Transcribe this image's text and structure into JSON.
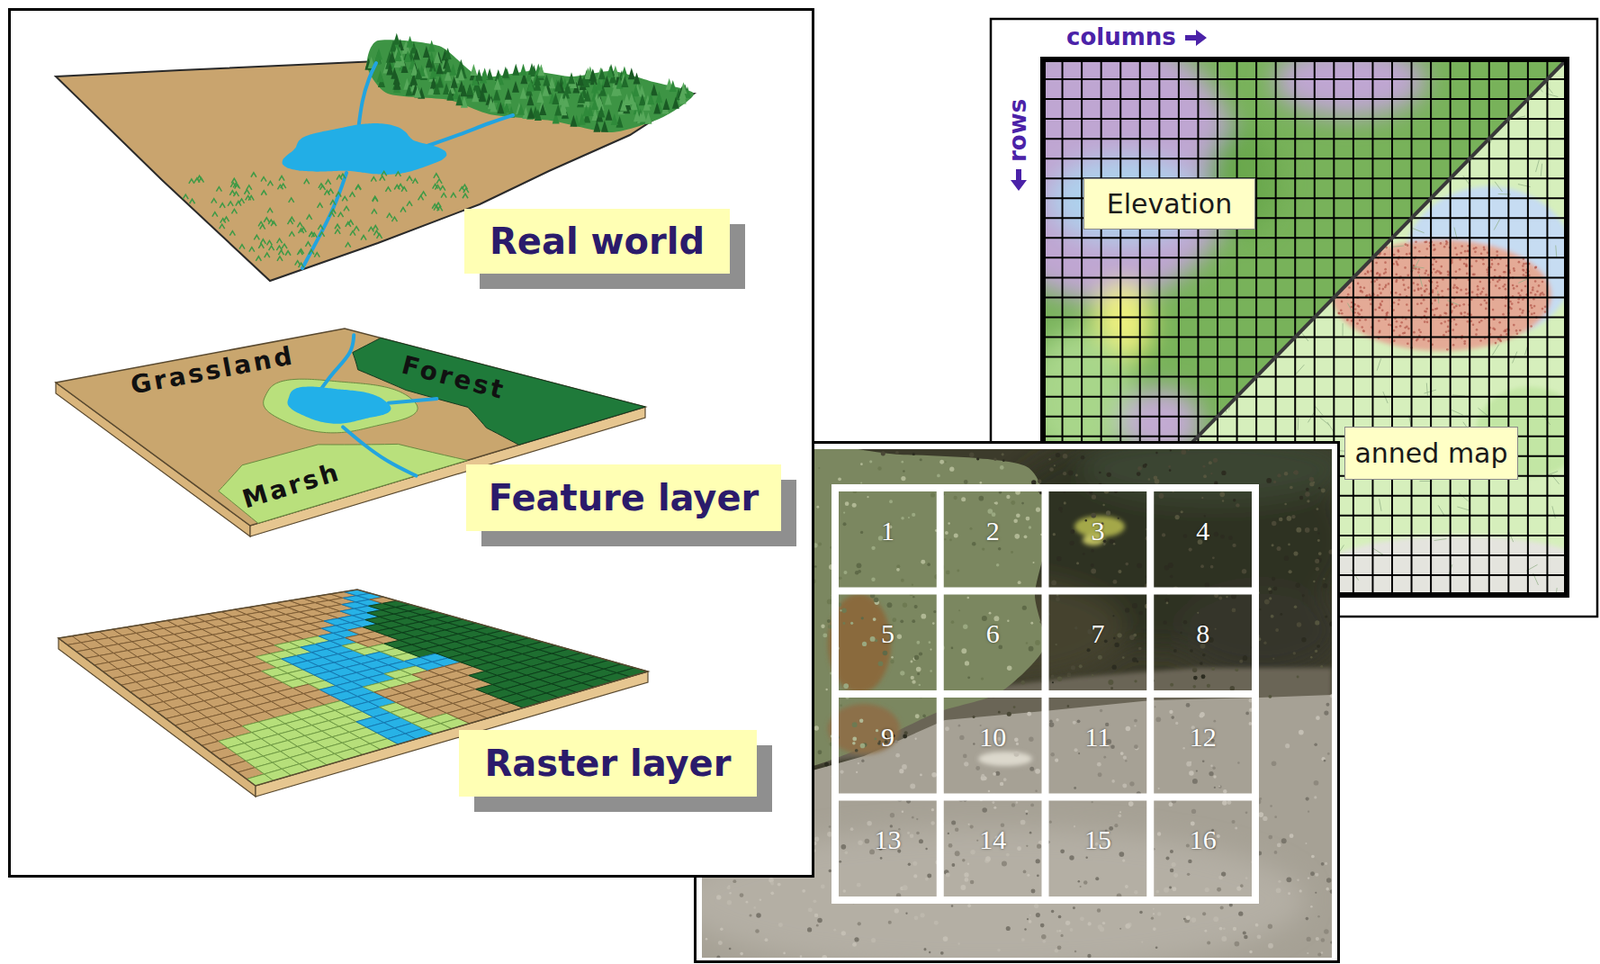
{
  "diagram": {
    "nodes": [
      {
        "text": [
          "Real world"
        ]
      },
      {
        "text": [
          "Feature layer"
        ]
      },
      {
        "text": [
          "Raster layer"
        ]
      },
      {
        "text": [
          "Elevation"
        ]
      },
      {
        "text": [
          "anned map"
        ]
      },
      {
        "text": [
          "1"
        ]
      },
      {
        "text": [
          "2"
        ]
      },
      {
        "text": [
          "3"
        ]
      },
      {
        "text": [
          "4"
        ]
      },
      {
        "text": [
          "5"
        ]
      },
      {
        "text": [
          "6"
        ]
      },
      {
        "text": [
          "7"
        ]
      },
      {
        "text": [
          "8"
        ]
      },
      {
        "text": [
          "9"
        ]
      },
      {
        "text": [
          "10"
        ]
      },
      {
        "text": [
          "11"
        ]
      },
      {
        "text": [
          "12"
        ]
      },
      {
        "text": [
          "13"
        ]
      },
      {
        "text": [
          "14"
        ]
      },
      {
        "text": [
          "15"
        ]
      },
      {
        "text": [
          "16"
        ]
      }
    ],
    "labels": [
      "Grassland",
      "Forest",
      "Marsh",
      "columns",
      "rows"
    ]
  }
}
